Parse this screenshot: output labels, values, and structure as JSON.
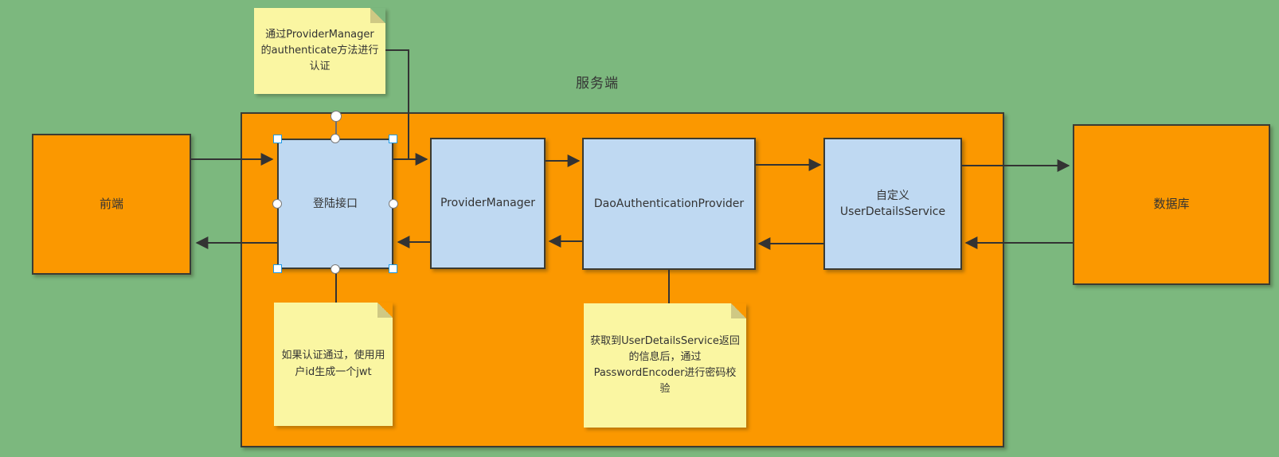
{
  "colors": {
    "background": "#7CB87E",
    "container": "#FB9800",
    "node_blue": "#BFD9F2",
    "note_yellow": "#FAF6A2",
    "note_fold": "#CFC984",
    "line": "#333333",
    "text": "#333333",
    "handle_square_border": "#1E9BE9",
    "handle_circle_border": "#7A7A7A"
  },
  "diagram": {
    "container_label": "服务端",
    "nodes": [
      {
        "id": "frontend",
        "label": "前端",
        "type": "orange"
      },
      {
        "id": "login-api",
        "label": "登陆接口",
        "type": "blue",
        "selected": true
      },
      {
        "id": "provider-manager",
        "label": "ProviderManager",
        "type": "blue"
      },
      {
        "id": "dao-authentication-provider",
        "label": "DaoAuthenticationProvider",
        "type": "blue"
      },
      {
        "id": "user-details-service",
        "label": "自定义\nUserDetailsService",
        "type": "blue"
      },
      {
        "id": "database",
        "label": "数据库",
        "type": "orange"
      }
    ],
    "notes": [
      {
        "id": "note-authenticate",
        "text": "通过ProviderManager的authenticate方法进行认证"
      },
      {
        "id": "note-jwt",
        "text": "如果认证通过，使用用户id生成一个jwt"
      },
      {
        "id": "note-password-check",
        "text": "获取到UserDetailsService返回的信息后，通过PasswordEncoder进行密码校验"
      }
    ],
    "edges": [
      {
        "from": "frontend",
        "to": "login-api",
        "style": "arrow"
      },
      {
        "from": "login-api",
        "to": "frontend",
        "style": "arrow"
      },
      {
        "from": "login-api",
        "to": "provider-manager",
        "style": "arrow"
      },
      {
        "from": "provider-manager",
        "to": "login-api",
        "style": "arrow"
      },
      {
        "from": "provider-manager",
        "to": "dao-authentication-provider",
        "style": "arrow"
      },
      {
        "from": "dao-authentication-provider",
        "to": "provider-manager",
        "style": "arrow"
      },
      {
        "from": "dao-authentication-provider",
        "to": "user-details-service",
        "style": "arrow"
      },
      {
        "from": "user-details-service",
        "to": "dao-authentication-provider",
        "style": "arrow"
      },
      {
        "from": "user-details-service",
        "to": "database",
        "style": "arrow"
      },
      {
        "from": "database",
        "to": "user-details-service",
        "style": "arrow"
      },
      {
        "from": "note-authenticate",
        "to": "edge-login-api-provider-manager",
        "style": "plain"
      },
      {
        "from": "login-api",
        "to": "note-jwt",
        "style": "plain"
      },
      {
        "from": "dao-authentication-provider",
        "to": "note-password-check",
        "style": "plain"
      }
    ]
  }
}
